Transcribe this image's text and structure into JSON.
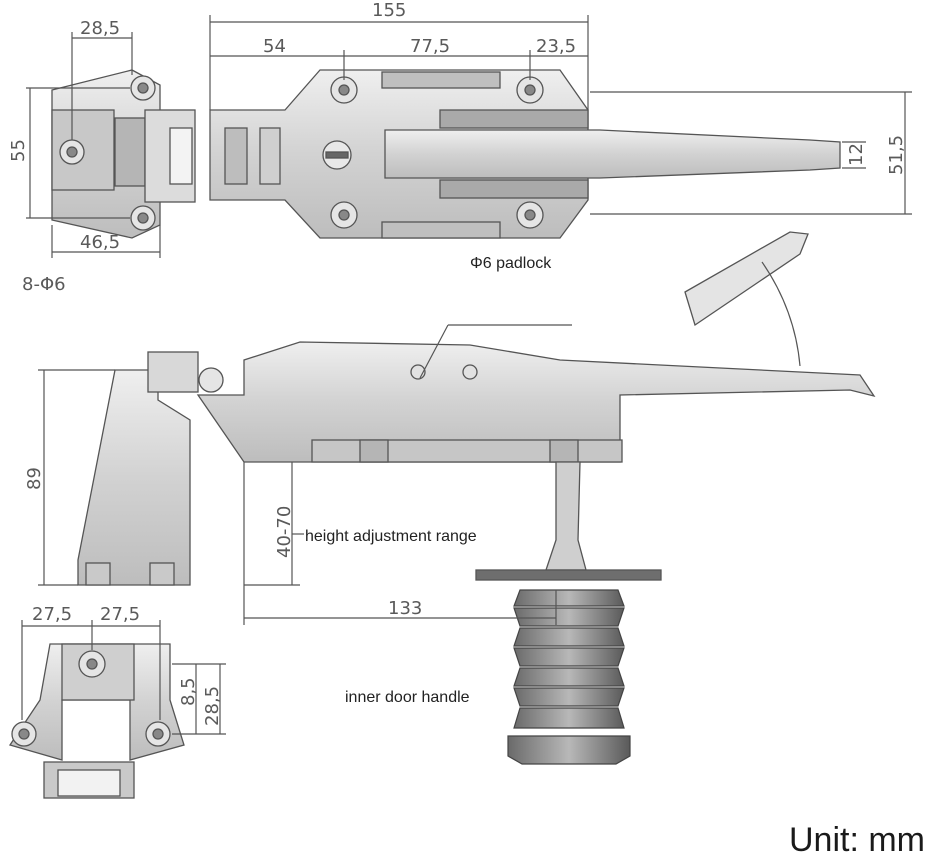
{
  "dimensions": {
    "top_width_155": "155",
    "top_base_28_5": "28,5",
    "top_54": "54",
    "top_77_5": "77,5",
    "top_23_5": "23,5",
    "left_height_55": "55",
    "base_46_5": "46,5",
    "holes": "8-Φ6",
    "right_51_5": "51,5",
    "tip_12": "12",
    "side_height_89": "89",
    "adjust_range": "40-70",
    "length_133": "133",
    "front_27_5_a": "27,5",
    "front_27_5_b": "27,5",
    "front_8_5": "8,5",
    "front_28_5": "28,5"
  },
  "labels": {
    "padlock": "Φ6 padlock",
    "height_adjustment": "height adjustment range",
    "inner_handle": "inner door handle"
  },
  "unit_label": "Unit: mm",
  "colors": {
    "line": "#555555",
    "fill": "#d6d6d6",
    "dark": "#9a9a9a"
  }
}
